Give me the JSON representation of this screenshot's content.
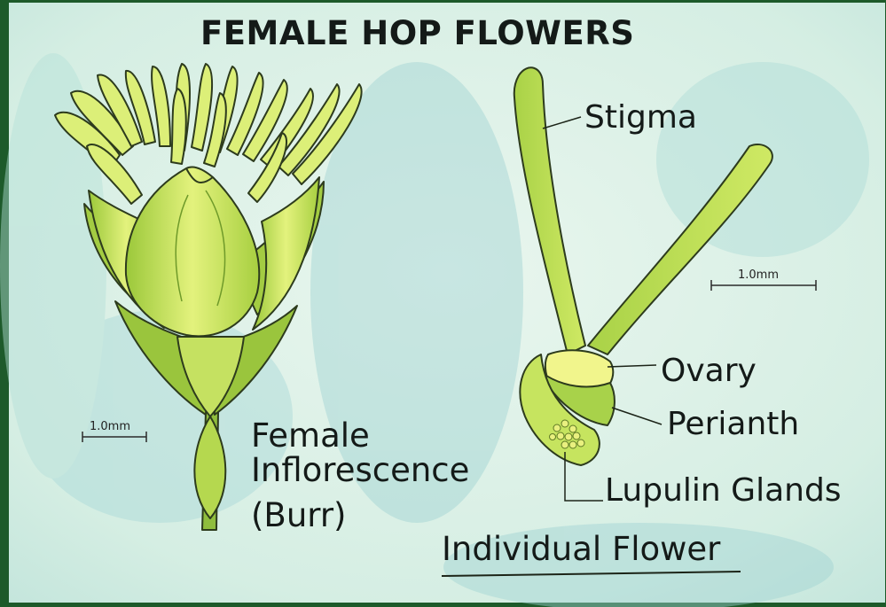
{
  "title": "FEMALE HOP FLOWERS",
  "labels": {
    "stigma": "Stigma",
    "ovary": "Ovary",
    "perianth": "Perianth",
    "lupulin_glands": "Lupulin Glands",
    "individual_flower": "Individual Flower",
    "inflorescence_lines": [
      "Female",
      "Inflorescence",
      "(Burr)"
    ],
    "scale_left": "1.0mm",
    "scale_right": "1.0mm"
  },
  "colors": {
    "background": "#d7efe4",
    "wash": "#9fd3d3",
    "bract": "#b3d94f",
    "bract_light": "#dff07a",
    "outline": "#2d3b1d",
    "frame": "#1d5a2a"
  }
}
